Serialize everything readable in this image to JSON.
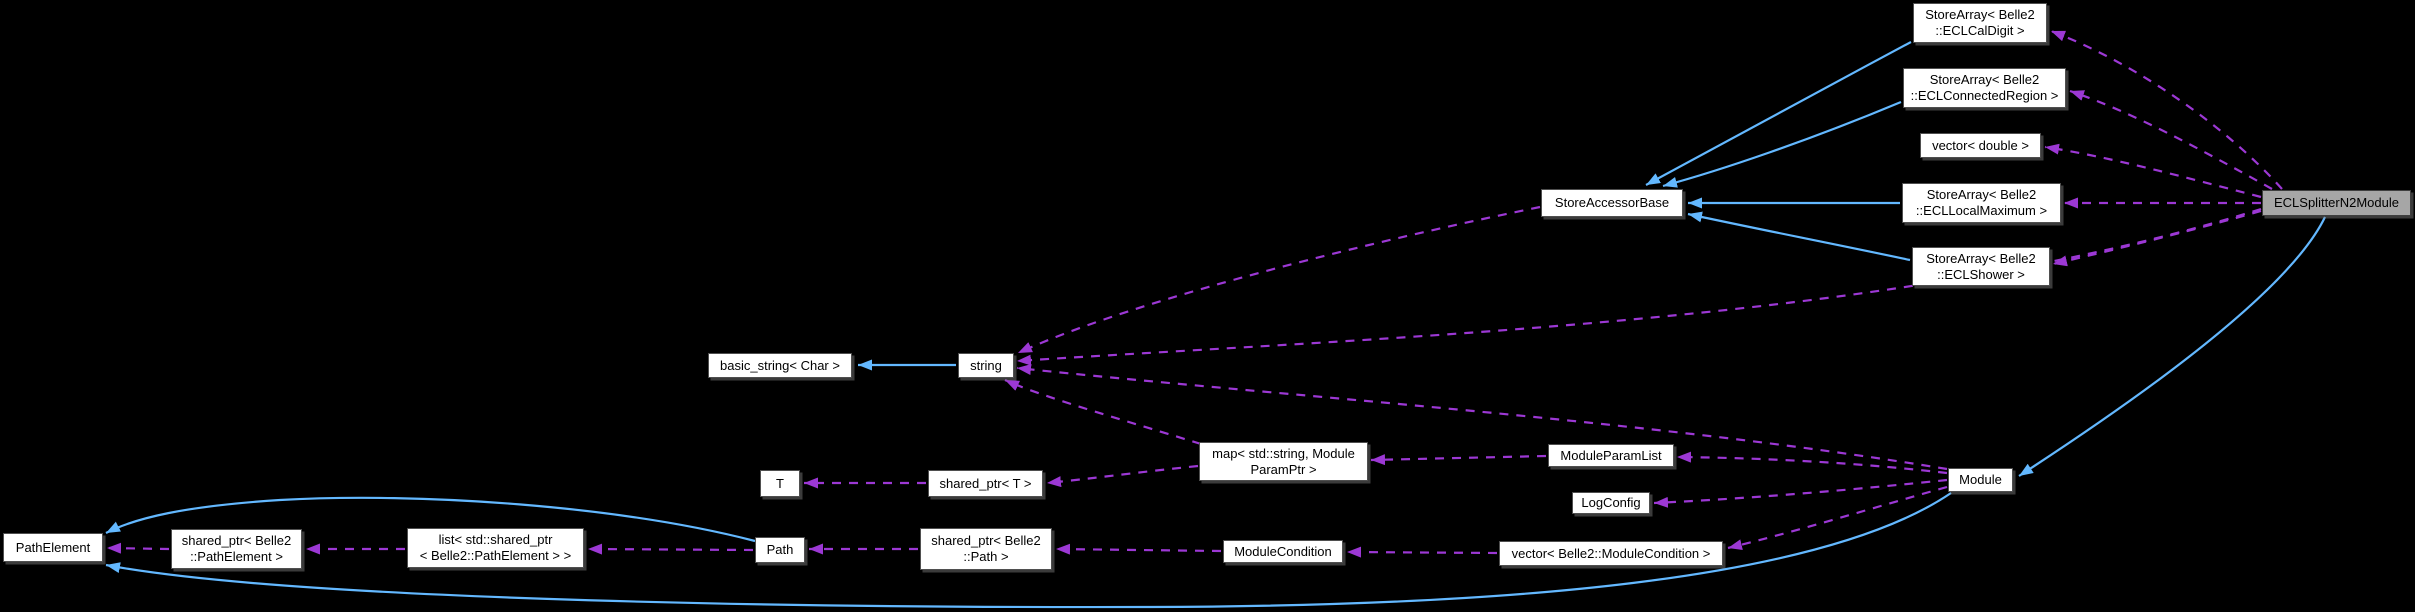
{
  "diagram": {
    "kind": "collaboration-graph",
    "focus_node": "ECLSplitterN2Module",
    "colors": {
      "background": "#000000",
      "node_fill": "#ffffff",
      "focus_node_fill": "#a6a6a6",
      "node_border": "#4f4f4f",
      "inheritance_edge": "#63b8ff",
      "usage_edge": "#9c38d4",
      "text": "#000000"
    },
    "nodes": {
      "eclCalDigit": {
        "label": "StoreArray< Belle2\n::ECLCalDigit >"
      },
      "eclConnectedRegion": {
        "label": "StoreArray< Belle2\n::ECLConnectedRegion >"
      },
      "vectorDouble": {
        "label": "vector< double >"
      },
      "eclLocalMaximum": {
        "label": "StoreArray< Belle2\n::ECLLocalMaximum >"
      },
      "eclShower": {
        "label": "StoreArray< Belle2\n::ECLShower >"
      },
      "eclSplitterN2Module": {
        "label": "ECLSplitterN2Module"
      },
      "storeAccessorBase": {
        "label": "StoreAccessorBase"
      },
      "basicString": {
        "label": "basic_string< Char >"
      },
      "string": {
        "label": "string"
      },
      "mapStringModuleParamPtr": {
        "label": "map< std::string, Module\nParamPtr >"
      },
      "moduleParamList": {
        "label": "ModuleParamList"
      },
      "logConfig": {
        "label": "LogConfig"
      },
      "module": {
        "label": "Module"
      },
      "t": {
        "label": "T"
      },
      "sharedPtrT": {
        "label": "shared_ptr< T >"
      },
      "pathElement": {
        "label": "PathElement"
      },
      "sharedPtrPathElement": {
        "label": "shared_ptr< Belle2\n::PathElement >"
      },
      "listSharedPtrPathElement": {
        "label": "list< std::shared_ptr\n< Belle2::PathElement > >"
      },
      "path": {
        "label": "Path"
      },
      "sharedPtrPath": {
        "label": "shared_ptr< Belle2\n::Path >"
      },
      "moduleCondition": {
        "label": "ModuleCondition"
      },
      "vectorModuleCondition": {
        "label": "vector< Belle2::ModuleCondition >"
      }
    },
    "edges": [
      {
        "from": "string",
        "to": "basicString",
        "type": "inheritance"
      },
      {
        "from": "eclCalDigit",
        "to": "storeAccessorBase",
        "type": "inheritance"
      },
      {
        "from": "eclConnectedRegion",
        "to": "storeAccessorBase",
        "type": "inheritance"
      },
      {
        "from": "eclLocalMaximum",
        "to": "storeAccessorBase",
        "type": "inheritance"
      },
      {
        "from": "eclShower",
        "to": "storeAccessorBase",
        "type": "inheritance"
      },
      {
        "from": "eclSplitterN2Module",
        "to": "module",
        "type": "inheritance"
      },
      {
        "from": "module",
        "to": "pathElement",
        "type": "inheritance"
      },
      {
        "from": "path",
        "to": "pathElement",
        "type": "inheritance"
      },
      {
        "from": "eclSplitterN2Module",
        "to": "eclCalDigit",
        "type": "usage"
      },
      {
        "from": "eclSplitterN2Module",
        "to": "eclConnectedRegion",
        "type": "usage"
      },
      {
        "from": "eclSplitterN2Module",
        "to": "vectorDouble",
        "type": "usage"
      },
      {
        "from": "eclSplitterN2Module",
        "to": "eclLocalMaximum",
        "type": "usage"
      },
      {
        "from": "eclSplitterN2Module",
        "to": "eclShower",
        "type": "usage"
      },
      {
        "from": "eclSplitterN2Module",
        "to": "string",
        "type": "usage"
      },
      {
        "from": "storeAccessorBase",
        "to": "string",
        "type": "usage"
      },
      {
        "from": "module",
        "to": "string",
        "type": "usage"
      },
      {
        "from": "module",
        "to": "moduleParamList",
        "type": "usage"
      },
      {
        "from": "module",
        "to": "logConfig",
        "type": "usage"
      },
      {
        "from": "module",
        "to": "vectorModuleCondition",
        "type": "usage"
      },
      {
        "from": "moduleParamList",
        "to": "mapStringModuleParamPtr",
        "type": "usage"
      },
      {
        "from": "mapStringModuleParamPtr",
        "to": "string",
        "type": "usage"
      },
      {
        "from": "mapStringModuleParamPtr",
        "to": "sharedPtrT",
        "type": "usage"
      },
      {
        "from": "sharedPtrT",
        "to": "t",
        "type": "usage"
      },
      {
        "from": "vectorModuleCondition",
        "to": "moduleCondition",
        "type": "usage"
      },
      {
        "from": "moduleCondition",
        "to": "sharedPtrPath",
        "type": "usage"
      },
      {
        "from": "sharedPtrPath",
        "to": "path",
        "type": "usage"
      },
      {
        "from": "path",
        "to": "listSharedPtrPathElement",
        "type": "usage"
      },
      {
        "from": "listSharedPtrPathElement",
        "to": "sharedPtrPathElement",
        "type": "usage"
      },
      {
        "from": "sharedPtrPathElement",
        "to": "pathElement",
        "type": "usage"
      }
    ]
  }
}
